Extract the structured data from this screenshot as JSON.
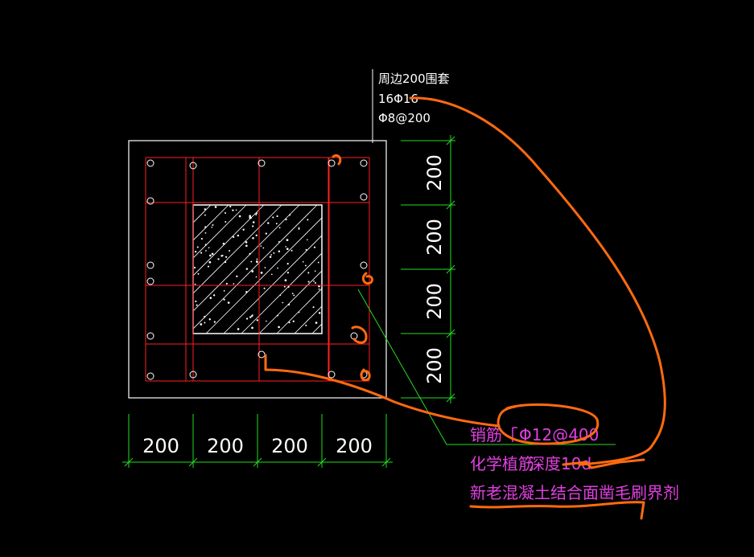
{
  "colors": {
    "background": "#000000",
    "outline": "#ffffff",
    "rebar": "#ff2020",
    "dimension": "#22dd22",
    "dimension_text": "#ffffff",
    "annotation": "#e040e0",
    "markup": "#ff6a10",
    "core_fill": "#000000"
  },
  "callout": {
    "line1": "周边200围套",
    "line2": "16Φ16",
    "line3": "Φ8@200"
  },
  "dims_bottom": [
    "200",
    "200",
    "200",
    "200"
  ],
  "dims_right": [
    "200",
    "200",
    "200",
    "200"
  ],
  "notes": {
    "pin_label": "销筋",
    "pin_spec": "Φ12@400",
    "plant_label": "化学植筋",
    "plant_spec": "深度10d",
    "interface": "新老混凝土结合面凿毛刷界剂"
  }
}
